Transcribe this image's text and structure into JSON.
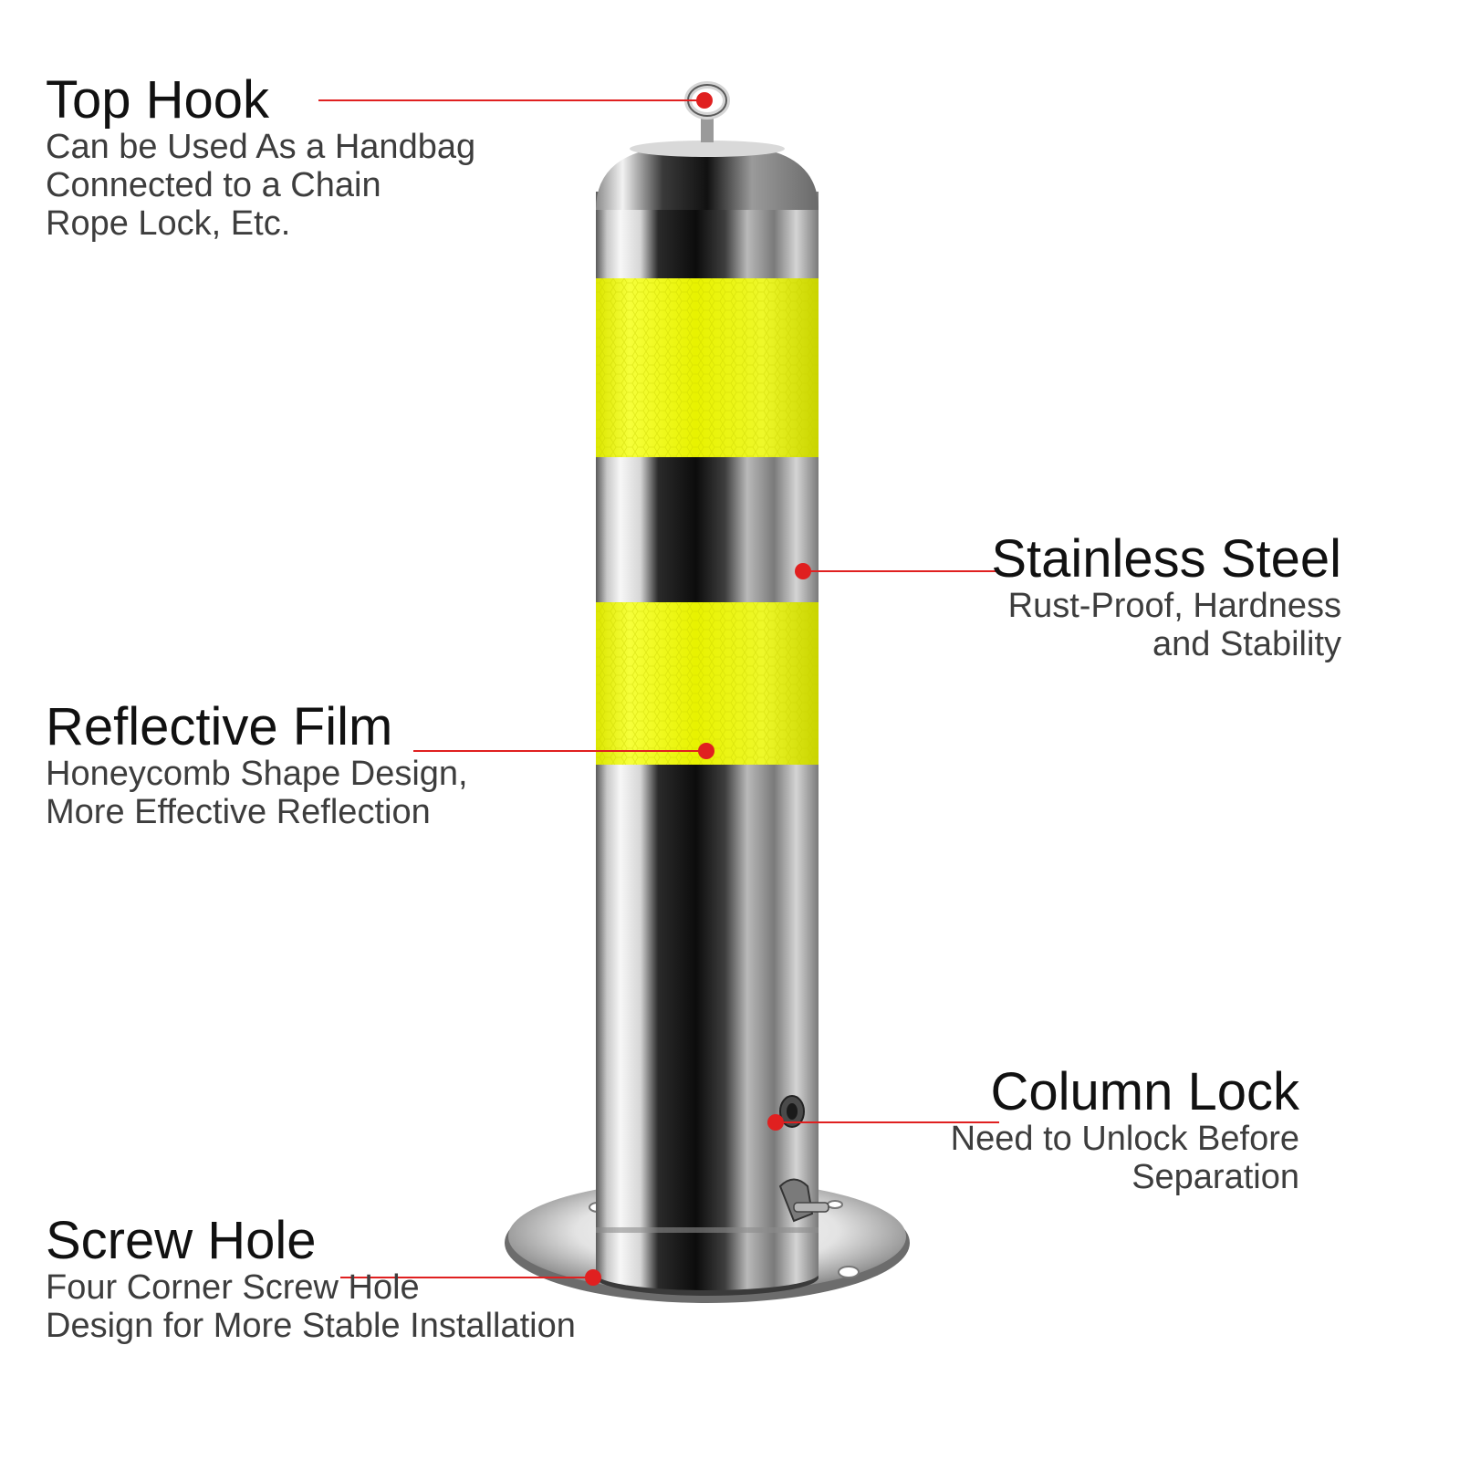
{
  "callouts": {
    "top_hook": {
      "title": "Top Hook",
      "lines": [
        "Can be Used As a Handbag",
        "Connected to a Chain",
        "Rope Lock, Etc."
      ]
    },
    "stainless_steel": {
      "title": "Stainless Steel",
      "lines": [
        "Rust-Proof, Hardness",
        "and Stability"
      ]
    },
    "reflective_film": {
      "title": "Reflective Film",
      "lines": [
        "Honeycomb Shape Design,",
        "More Effective Reflection"
      ]
    },
    "column_lock": {
      "title": "Column Lock",
      "lines": [
        "Need to Unlock Before",
        "Separation"
      ]
    },
    "screw_hole": {
      "title": "Screw Hole",
      "lines": [
        "Four Corner Screw Hole",
        "Design for More Stable Installation"
      ]
    }
  },
  "colors": {
    "leader": "#e02020",
    "reflective": "#e6f000",
    "steel_dark": "#151515",
    "steel_light": "#f4f4f4",
    "title_text": "#111111",
    "desc_text": "#3d3d3d"
  }
}
